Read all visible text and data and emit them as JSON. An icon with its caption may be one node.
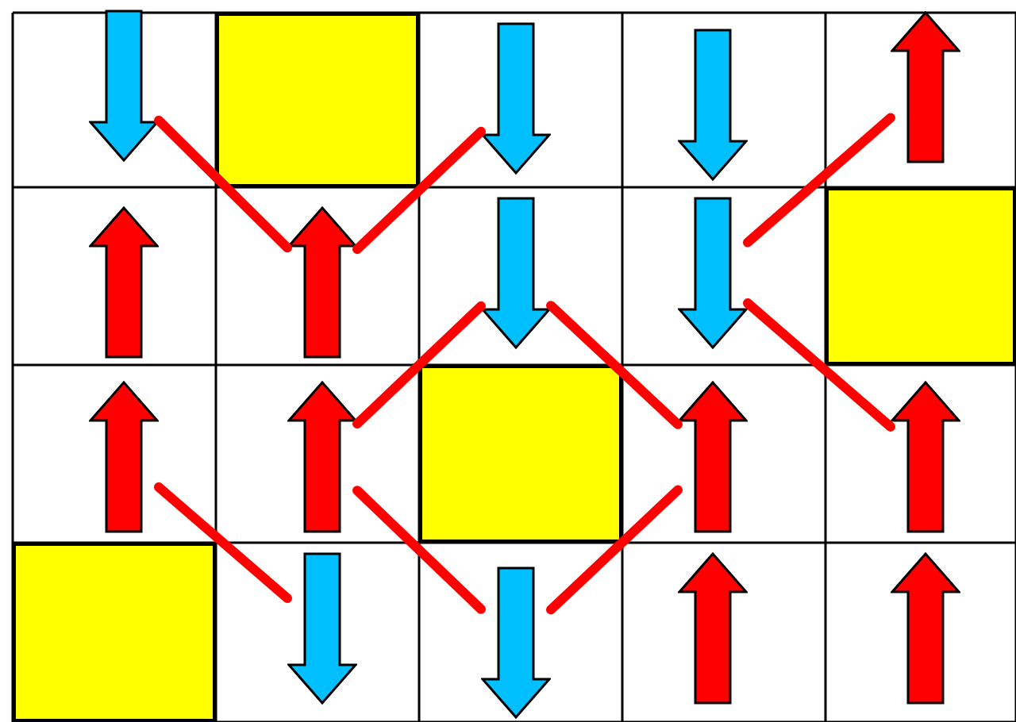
{
  "diagram": {
    "nodes": [
      {
        "text": [],
        "shape": "arrow"
      },
      {
        "text": [],
        "shape": "box"
      },
      {
        "text": [],
        "shape": "arrow"
      },
      {
        "text": [],
        "shape": "arrow"
      },
      {
        "text": [],
        "shape": "arrow"
      },
      {
        "text": [],
        "shape": "arrow"
      },
      {
        "text": [],
        "shape": "arrow"
      },
      {
        "text": [],
        "shape": "arrow"
      },
      {
        "text": [],
        "shape": "arrow"
      },
      {
        "text": [],
        "shape": "box"
      },
      {
        "text": [],
        "shape": "arrow"
      },
      {
        "text": [],
        "shape": "arrow"
      },
      {
        "text": [],
        "shape": "box"
      },
      {
        "text": [],
        "shape": "arrow"
      },
      {
        "text": [],
        "shape": "arrow"
      },
      {
        "text": [],
        "shape": "box"
      },
      {
        "text": [],
        "shape": "arrow"
      },
      {
        "text": [],
        "shape": "arrow"
      },
      {
        "text": [],
        "shape": "arrow"
      },
      {
        "text": [],
        "shape": "arrow"
      }
    ],
    "edges": [
      {
        "from": 0,
        "to": 6,
        "arrow": "none"
      },
      {
        "from": 6,
        "to": 2,
        "arrow": "none"
      },
      {
        "from": 11,
        "to": 7,
        "arrow": "none"
      },
      {
        "from": 7,
        "to": 13,
        "arrow": "none"
      },
      {
        "from": 13,
        "to": 17,
        "arrow": "none"
      },
      {
        "from": 17,
        "to": 11,
        "arrow": "none"
      },
      {
        "from": 10,
        "to": 16,
        "arrow": "none"
      },
      {
        "from": 8,
        "to": 4,
        "arrow": "none"
      },
      {
        "from": 8,
        "to": 14,
        "arrow": "none"
      }
    ]
  }
}
